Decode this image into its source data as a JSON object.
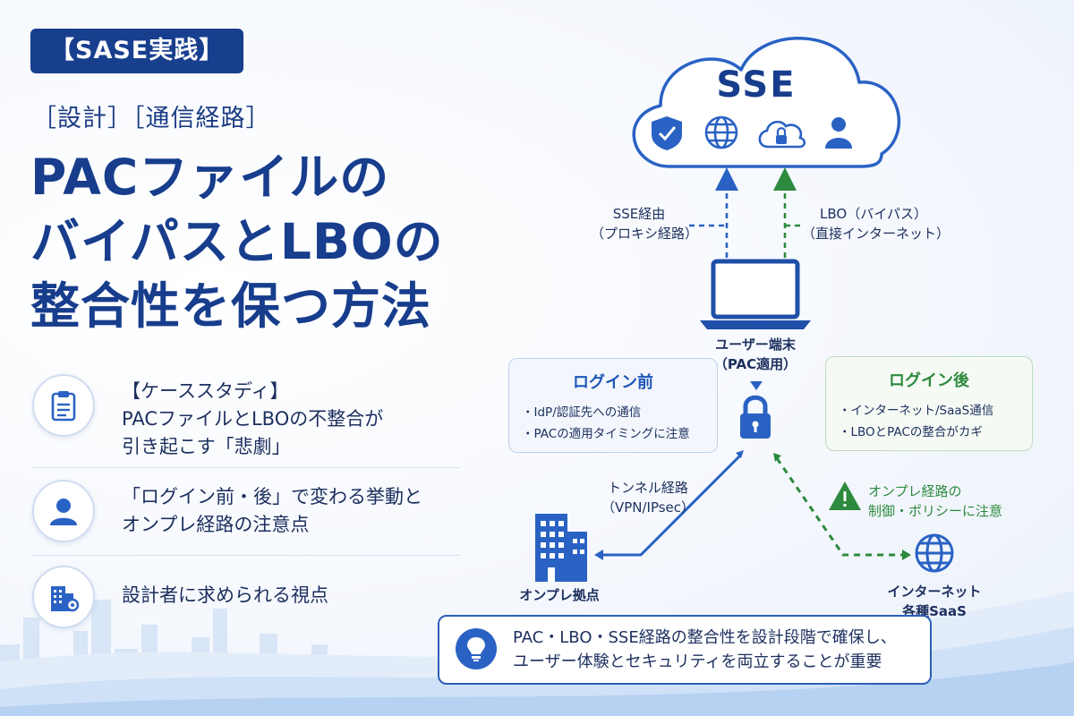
{
  "series_tag": "【SASE実践】",
  "categories": "［設計］［通信経路］",
  "headline": {
    "line1": "PACファイルの",
    "line2": "バイパスとLBOの",
    "line3": "整合性を保つ方法"
  },
  "points": [
    {
      "icon": "clipboard-icon",
      "line1": "【ケーススタディ】",
      "line2": "PACファイルとLBOの不整合が",
      "line3": "引き起こす「悲劇」"
    },
    {
      "icon": "user-icon",
      "line1": "「ログイン前・後」で変わる挙動と",
      "line2": "オンプレ経路の注意点"
    },
    {
      "icon": "building-gear-icon",
      "line1": "設計者に求められる視点"
    }
  ],
  "diagram": {
    "cloud_label": "SSE",
    "cloud_icons": [
      "shield-check-icon",
      "globe-icon",
      "cloud-lock-icon",
      "user-icon"
    ],
    "sse_route": {
      "line1": "SSE経由",
      "line2": "（プロキシ経路）"
    },
    "lbo_route": {
      "line1": "LBO（バイパス）",
      "line2": "（直接インターネット）"
    },
    "device": {
      "line1": "ユーザー端末",
      "line2": "（PAC適用）"
    },
    "before_login": {
      "title": "ログイン前",
      "items": [
        "・IdP/認証先への通信",
        "・PACの適用タイミングに注意"
      ]
    },
    "after_login": {
      "title": "ログイン後",
      "items": [
        "・インターネット/SaaS通信",
        "・LBOとPACの整合がカギ"
      ]
    },
    "tunnel": {
      "line1": "トンネル経路",
      "line2": "（VPN/IPsec）"
    },
    "onprem": "オンプレ拠点",
    "warning": {
      "line1": "オンプレ経路の",
      "line2": "制御・ポリシーに注意"
    },
    "internet": {
      "line1": "インターネット",
      "line2": "各種SaaS"
    }
  },
  "note": {
    "line1": "PAC・LBO・SSE経路の整合性を設計段階で確保し、",
    "line2": "ユーザー体験とセキュリティを両立することが重要"
  },
  "colors": {
    "navy": "#173d8c",
    "blue": "#2a62c4",
    "green": "#2d8a3e",
    "text": "#1c2f5e"
  }
}
